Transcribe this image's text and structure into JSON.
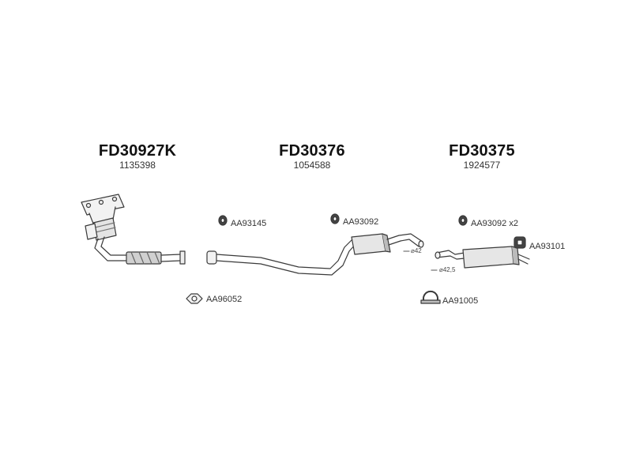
{
  "groups": [
    {
      "code": "FD30927K",
      "number": "1135398"
    },
    {
      "code": "FD30376",
      "number": "1054588"
    },
    {
      "code": "FD30375",
      "number": "1924577"
    }
  ],
  "accessories": {
    "aa93145": "AA93145",
    "aa93092_mid": "AA93092",
    "aa93092_rear": "AA93092 x2",
    "aa93101": "AA93101",
    "aa96052": "AA96052",
    "aa91005": "AA91005"
  },
  "diameters": {
    "d42": "⌀42",
    "d42_5": "⌀42,5"
  },
  "colors": {
    "line": "#3a3a3a",
    "fill": "#f2f2f2",
    "shade": "#9a9a9a"
  }
}
